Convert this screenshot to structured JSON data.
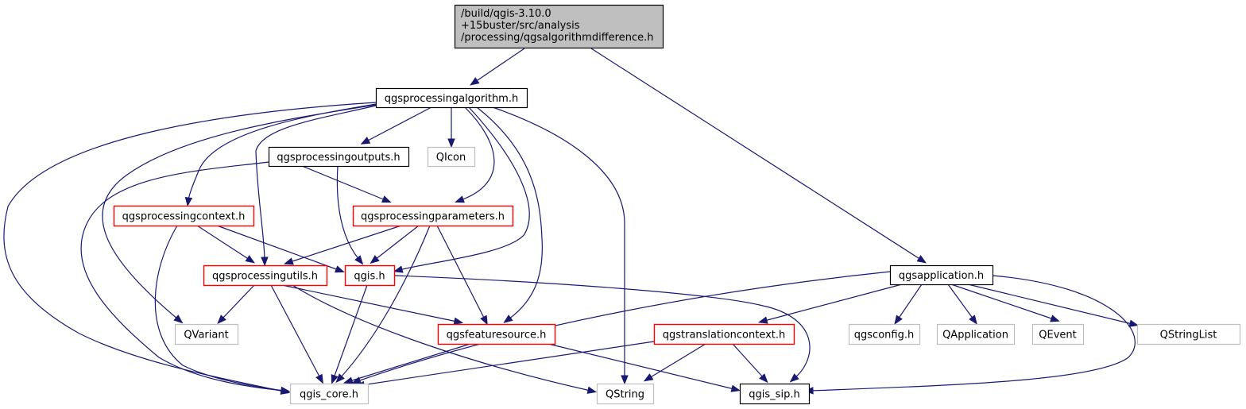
{
  "diagram": {
    "type": "include-dependency-graph",
    "colors": {
      "edge": "#191970",
      "root_fill": "#bfbfbf",
      "root_border": "#000000",
      "documented_border": "#000000",
      "has_more_border": "#ff0000",
      "external_border": "#bfbfbf",
      "node_fill": "#ffffff"
    },
    "nodes": [
      {
        "id": "root",
        "lines": [
          "/build/qgis-3.10.0",
          "+15buster/src/analysis",
          "/processing/qgsalgorithmdifference.h"
        ],
        "kind": "root"
      },
      {
        "id": "qgsprocessingalgorithm",
        "lines": [
          "qgsprocessingalgorithm.h"
        ],
        "kind": "documented"
      },
      {
        "id": "qgsprocessingoutputs",
        "lines": [
          "qgsprocessingoutputs.h"
        ],
        "kind": "documented"
      },
      {
        "id": "qicon",
        "lines": [
          "QIcon"
        ],
        "kind": "external"
      },
      {
        "id": "qgsprocessingcontext",
        "lines": [
          "qgsprocessingcontext.h"
        ],
        "kind": "has_more"
      },
      {
        "id": "qgsprocessingparameters",
        "lines": [
          "qgsprocessingparameters.h"
        ],
        "kind": "has_more"
      },
      {
        "id": "qgsprocessingutils",
        "lines": [
          "qgsprocessingutils.h"
        ],
        "kind": "has_more"
      },
      {
        "id": "qgis",
        "lines": [
          "qgis.h"
        ],
        "kind": "has_more"
      },
      {
        "id": "qgsapplication",
        "lines": [
          "qgsapplication.h"
        ],
        "kind": "documented"
      },
      {
        "id": "qvariant",
        "lines": [
          "QVariant"
        ],
        "kind": "external"
      },
      {
        "id": "qgsfeaturesource",
        "lines": [
          "qgsfeaturesource.h"
        ],
        "kind": "has_more"
      },
      {
        "id": "qgstranslationcontext",
        "lines": [
          "qgstranslationcontext.h"
        ],
        "kind": "has_more"
      },
      {
        "id": "qgsconfig",
        "lines": [
          "qgsconfig.h"
        ],
        "kind": "external"
      },
      {
        "id": "qapplication",
        "lines": [
          "QApplication"
        ],
        "kind": "external"
      },
      {
        "id": "qevent",
        "lines": [
          "QEvent"
        ],
        "kind": "external"
      },
      {
        "id": "qstringlist",
        "lines": [
          "QStringList"
        ],
        "kind": "external"
      },
      {
        "id": "qgis_core",
        "lines": [
          "qgis_core.h"
        ],
        "kind": "external"
      },
      {
        "id": "qstring",
        "lines": [
          "QString"
        ],
        "kind": "external"
      },
      {
        "id": "qgis_sip",
        "lines": [
          "qgis_sip.h"
        ],
        "kind": "documented"
      }
    ],
    "edges": [
      {
        "from": "root",
        "to": "qgsprocessingalgorithm"
      },
      {
        "from": "root",
        "to": "qgsapplication"
      },
      {
        "from": "qgsprocessingalgorithm",
        "to": "qgsprocessingoutputs"
      },
      {
        "from": "qgsprocessingalgorithm",
        "to": "qicon"
      },
      {
        "from": "qgsprocessingalgorithm",
        "to": "qgsprocessingcontext"
      },
      {
        "from": "qgsprocessingalgorithm",
        "to": "qgsprocessingparameters"
      },
      {
        "from": "qgsprocessingalgorithm",
        "to": "qgsprocessingutils"
      },
      {
        "from": "qgsprocessingalgorithm",
        "to": "qgis"
      },
      {
        "from": "qgsprocessingalgorithm",
        "to": "qvariant"
      },
      {
        "from": "qgsprocessingalgorithm",
        "to": "qgsfeaturesource"
      },
      {
        "from": "qgsprocessingalgorithm",
        "to": "qgis_core"
      },
      {
        "from": "qgsprocessingalgorithm",
        "to": "qstring"
      },
      {
        "from": "qgsprocessingoutputs",
        "to": "qgsprocessingparameters"
      },
      {
        "from": "qgsprocessingoutputs",
        "to": "qgis"
      },
      {
        "from": "qgsprocessingoutputs",
        "to": "qgis_core"
      },
      {
        "from": "qgsprocessingcontext",
        "to": "qgsprocessingutils"
      },
      {
        "from": "qgsprocessingcontext",
        "to": "qgis"
      },
      {
        "from": "qgsprocessingcontext",
        "to": "qgis_core"
      },
      {
        "from": "qgsprocessingparameters",
        "to": "qgsprocessingutils"
      },
      {
        "from": "qgsprocessingparameters",
        "to": "qgis"
      },
      {
        "from": "qgsprocessingparameters",
        "to": "qgsfeaturesource"
      },
      {
        "from": "qgsprocessingparameters",
        "to": "qgis_core"
      },
      {
        "from": "qgsprocessingutils",
        "to": "qvariant"
      },
      {
        "from": "qgsprocessingutils",
        "to": "qgsfeaturesource"
      },
      {
        "from": "qgsprocessingutils",
        "to": "qgis_core"
      },
      {
        "from": "qgsprocessingutils",
        "to": "qstring"
      },
      {
        "from": "qgis",
        "to": "qgis_core"
      },
      {
        "from": "qgis",
        "to": "qgis_sip"
      },
      {
        "from": "qgsfeaturesource",
        "to": "qgis_core"
      },
      {
        "from": "qgsfeaturesource",
        "to": "qgis_sip"
      },
      {
        "from": "qgsapplication",
        "to": "qgis_core"
      },
      {
        "from": "qgsapplication",
        "to": "qgstranslationcontext"
      },
      {
        "from": "qgsapplication",
        "to": "qgsconfig"
      },
      {
        "from": "qgsapplication",
        "to": "qapplication"
      },
      {
        "from": "qgsapplication",
        "to": "qevent"
      },
      {
        "from": "qgsapplication",
        "to": "qstringlist"
      },
      {
        "from": "qgsapplication",
        "to": "qgis_sip"
      },
      {
        "from": "qgstranslationcontext",
        "to": "qgis_core"
      },
      {
        "from": "qgstranslationcontext",
        "to": "qstring"
      },
      {
        "from": "qgstranslationcontext",
        "to": "qgis_sip"
      }
    ]
  }
}
